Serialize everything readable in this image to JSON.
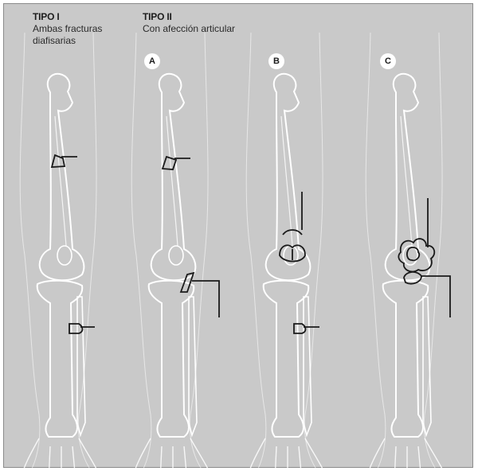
{
  "tipo1": {
    "title": "TIPO I",
    "line1": "Ambas fracturas",
    "line2": "diafisarias"
  },
  "tipo2": {
    "title": "TIPO II",
    "subtitle": "Con afección articular"
  },
  "badges": {
    "a": "A",
    "b": "B",
    "c": "C"
  },
  "colors": {
    "background": "#c9c9c9",
    "bone_outline": "#ffffff",
    "fracture": "#1a1a1a"
  }
}
